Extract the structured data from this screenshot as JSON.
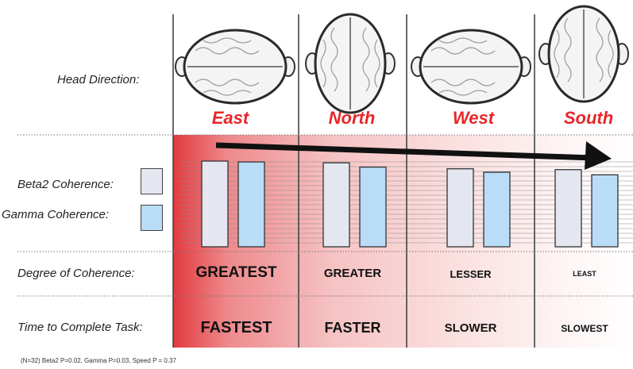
{
  "rows": {
    "head_direction": "Head Direction:",
    "beta2": "Beta2 Coherence:",
    "gamma": "Gamma  Coherence:",
    "degree": "Degree of Coherence:",
    "time": "Time to Complete Task:"
  },
  "directions": [
    "East",
    "North",
    "West",
    "South"
  ],
  "degree_labels": [
    "GREATEST",
    "GREATER",
    "LESSER",
    "LEAST"
  ],
  "time_labels": [
    "FASTEST",
    "FASTER",
    "SLOWER",
    "SLOWEST"
  ],
  "footnote": "(N=32) Beta2 P=0.02, Gamma P=0.03, Speed P = 0.37",
  "colors": {
    "accent_red": "#e8262a",
    "beta2_fill": "#e4e7f0",
    "gamma_fill": "#b9dcf7",
    "bar_stroke": "#333333"
  },
  "chart_data": {
    "type": "bar",
    "categories": [
      "East",
      "North",
      "West",
      "South"
    ],
    "series": [
      {
        "name": "Beta2 Coherence",
        "values": [
          1.0,
          0.98,
          0.91,
          0.9
        ]
      },
      {
        "name": "Gamma  Coherence",
        "values": [
          0.99,
          0.93,
          0.87,
          0.84
        ]
      }
    ],
    "relative_scale": true,
    "grid": true
  }
}
